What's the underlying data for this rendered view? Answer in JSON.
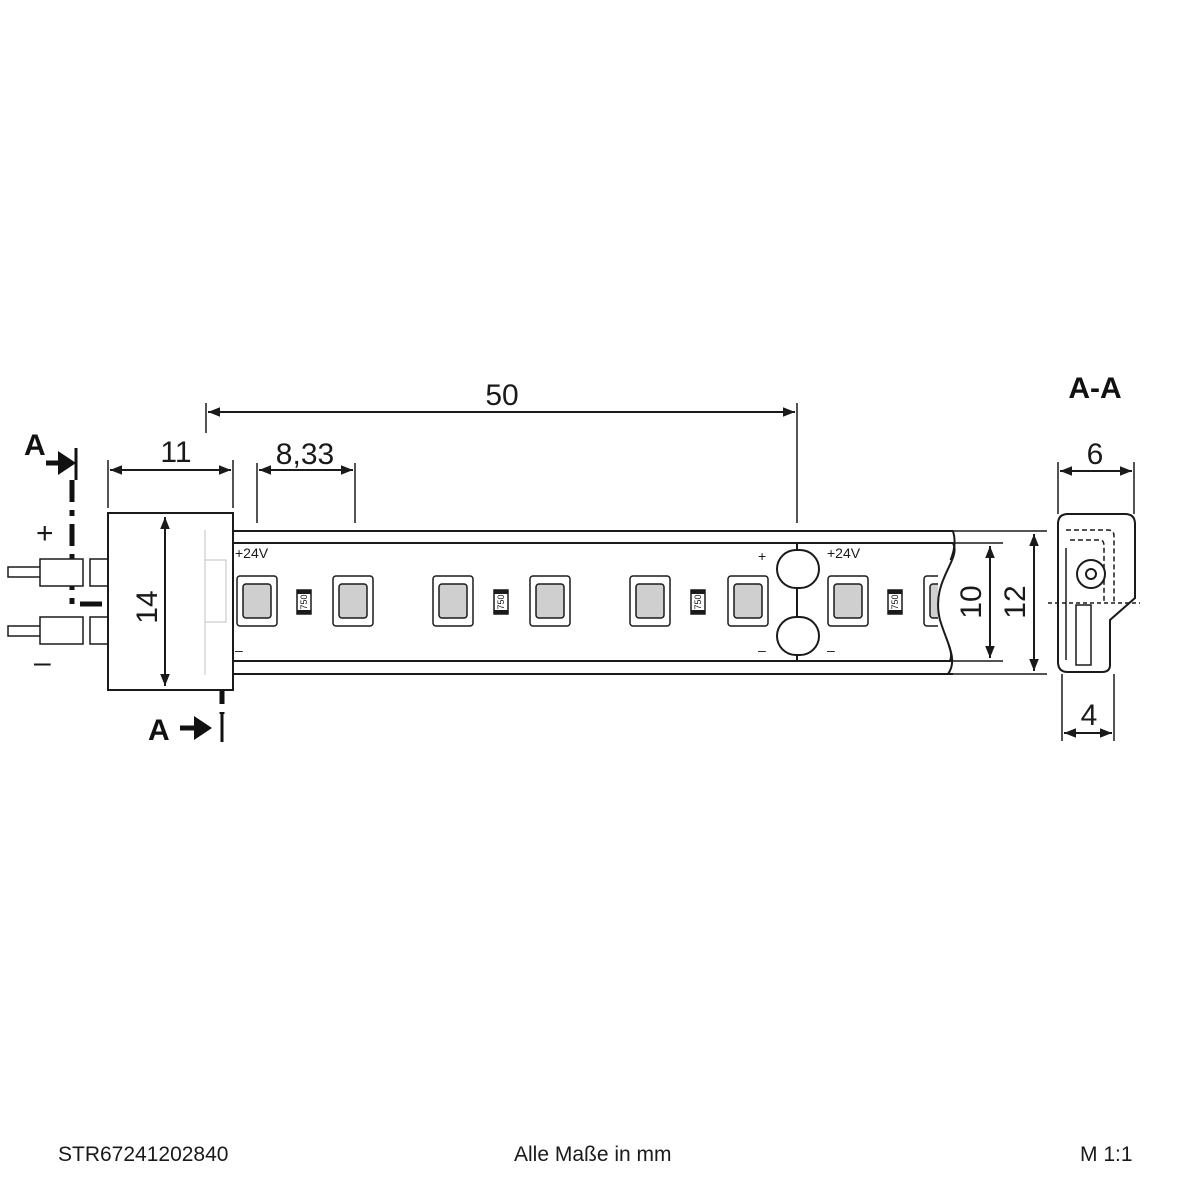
{
  "section_label": "A-A",
  "cut_marker": "A",
  "dimensions": {
    "pitch_50": "50",
    "connector_width": "11",
    "led_pitch": "8,33",
    "connector_height": "14",
    "strip_inner_height": "10",
    "strip_outer_height": "12",
    "section_width": "6",
    "section_inner_width": "4"
  },
  "pcb_labels": {
    "voltage": "+24V",
    "plus": "+",
    "minus": "–",
    "resistor": "750"
  },
  "wire_labels": {
    "plus": "+",
    "minus": "–"
  },
  "footer": {
    "article_number": "STR67241202840",
    "units_note": "Alle Maße in mm",
    "scale": "M 1:1"
  },
  "colors": {
    "line": "#1a1a1a",
    "led_fill": "#cfcfcf",
    "background": "#ffffff"
  }
}
